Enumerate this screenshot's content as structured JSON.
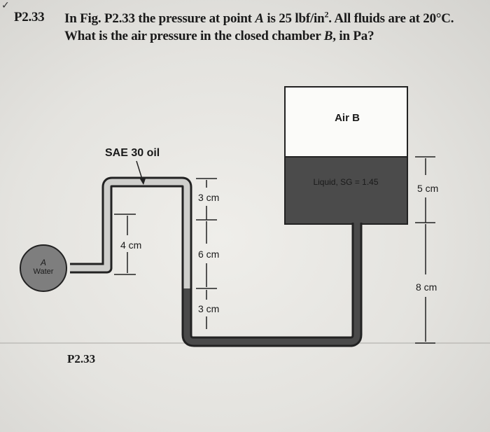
{
  "problem": {
    "number": "P2.33",
    "text_part1": "In Fig. P2.33 the pressure at point ",
    "point_a": "A",
    "text_part2": " is 25 lbf/in",
    "exponent": "2",
    "text_part3": ". All fluids are at 20°C. What is the air pressure in the closed chamber ",
    "chamber": "B",
    "text_part4": ", in Pa?"
  },
  "figure": {
    "caption": "P2.33",
    "labels": {
      "air": "Air B",
      "oil": "SAE 30 oil",
      "liquid": "Liquid, SG = 1.45",
      "point_a": "A",
      "water": "Water",
      "dim_4cm": "4 cm",
      "dim_3cm_top": "3 cm",
      "dim_6cm": "6 cm",
      "dim_3cm_bottom": "3 cm",
      "dim_5cm": "5 cm",
      "dim_8cm": "8 cm"
    }
  }
}
